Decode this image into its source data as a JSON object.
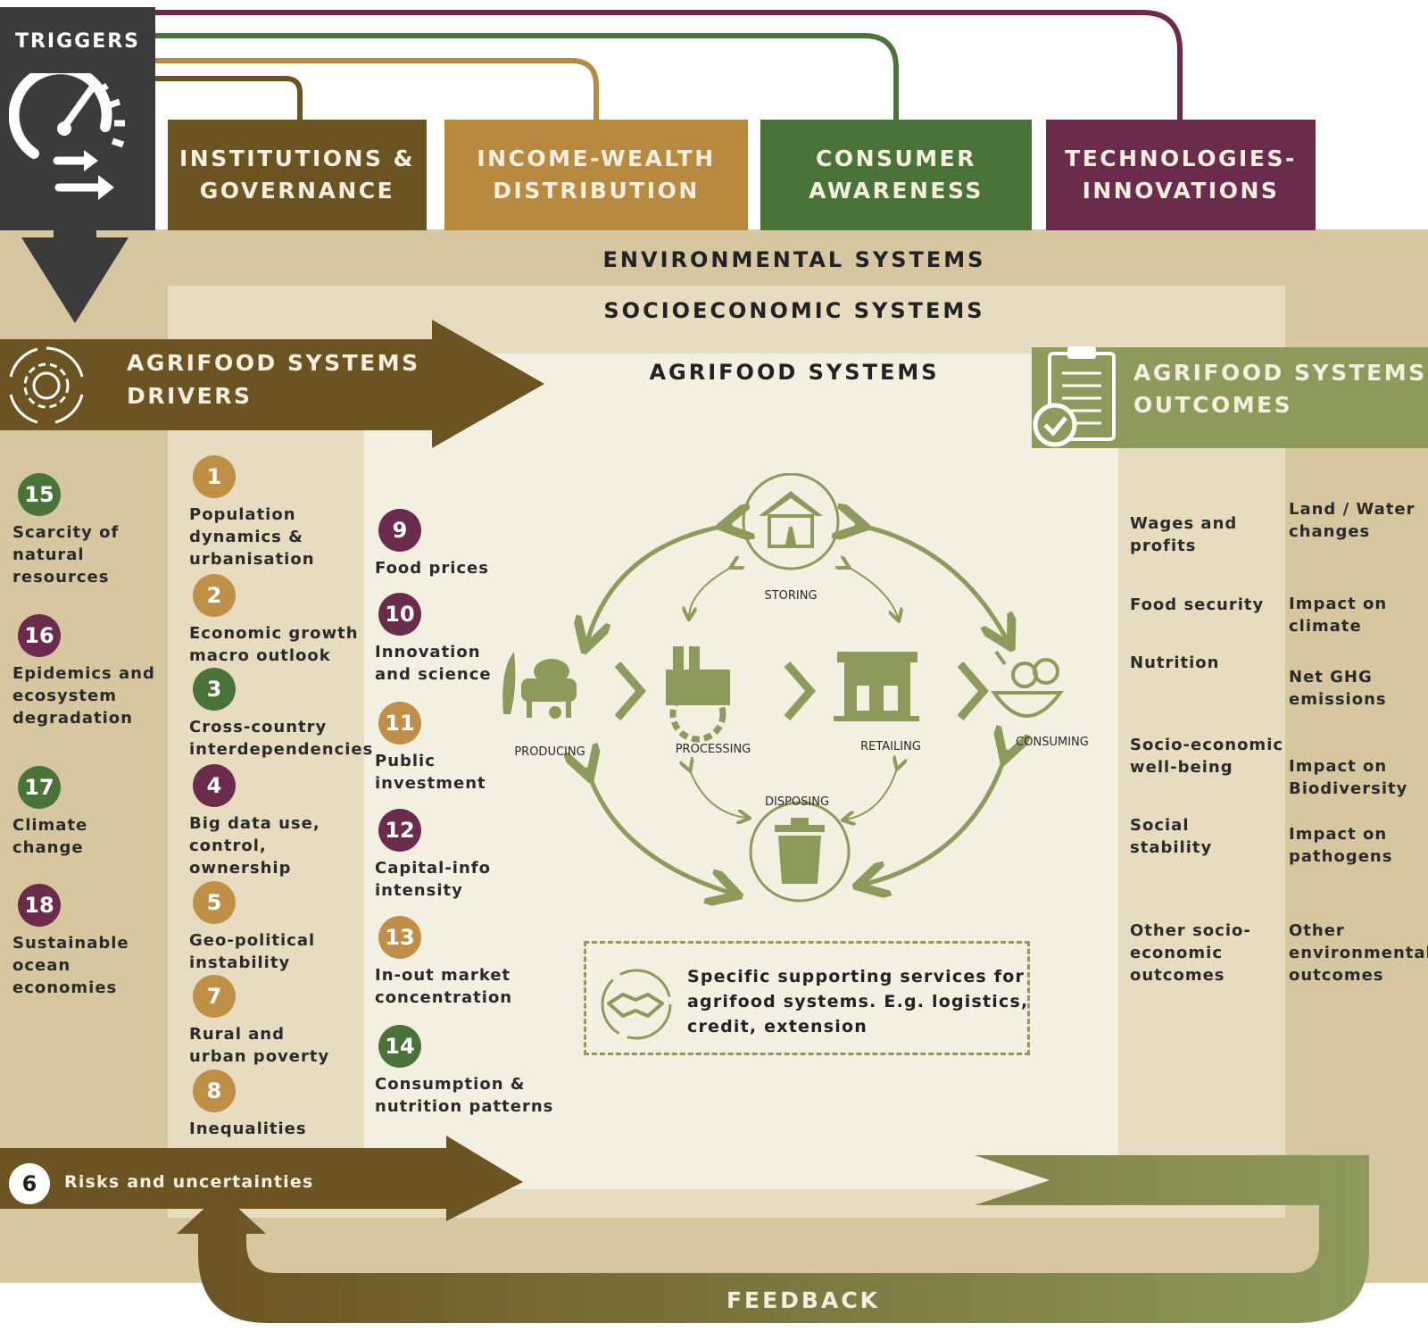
{
  "triggers": {
    "title": "TRIGGERS",
    "boxes": [
      {
        "label": "INSTITUTIONS &\nGOVERNANCE",
        "color": "#6b5322"
      },
      {
        "label": "INCOME-WEALTH\nDISTRIBUTION",
        "color": "#b88a40"
      },
      {
        "label": "CONSUMER\nAWARENESS",
        "color": "#4a7339"
      },
      {
        "label": "TECHNOLOGIES-\nINNOVATIONS",
        "color": "#6b2b4c"
      }
    ]
  },
  "systems": {
    "environmental": "ENVIRONMENTAL SYSTEMS",
    "socioeconomic": "SOCIOECONOMIC SYSTEMS",
    "agrifood": "AGRIFOOD SYSTEMS"
  },
  "drivers": {
    "title": "AGRIFOOD SYSTEMS\nDRIVERS",
    "col1": [
      {
        "num": "15",
        "label": "Scarcity of\nnatural\nresources",
        "color": "green"
      },
      {
        "num": "16",
        "label": "Epidemics and\necosystem\ndegradation",
        "color": "purple"
      },
      {
        "num": "17",
        "label": "Climate\nchange",
        "color": "green"
      },
      {
        "num": "18",
        "label": "Sustainable\nocean\neconomies",
        "color": "purple"
      }
    ],
    "col2": [
      {
        "num": "1",
        "label": "Population\ndynamics &\nurbanisation",
        "color": "gold"
      },
      {
        "num": "2",
        "label": "Economic growth\nmacro outlook",
        "color": "gold"
      },
      {
        "num": "3",
        "label": "Cross-country\ninterdependencies",
        "color": "green"
      },
      {
        "num": "4",
        "label": "Big data use,\ncontrol,\nownership",
        "color": "purple"
      },
      {
        "num": "5",
        "label": "Geo-political\ninstability",
        "color": "gold"
      },
      {
        "num": "7",
        "label": "Rural and\nurban poverty",
        "color": "gold"
      },
      {
        "num": "8",
        "label": "Inequalities",
        "color": "gold"
      }
    ],
    "col3": [
      {
        "num": "9",
        "label": "Food prices",
        "color": "purple"
      },
      {
        "num": "10",
        "label": "Innovation\nand science",
        "color": "purple"
      },
      {
        "num": "11",
        "label": "Public\ninvestment",
        "color": "gold"
      },
      {
        "num": "12",
        "label": "Capital-info\nintensity",
        "color": "purple"
      },
      {
        "num": "13",
        "label": "In-out market\nconcentration",
        "color": "gold"
      },
      {
        "num": "14",
        "label": "Consumption &\nnutrition patterns",
        "color": "green"
      }
    ],
    "risk": {
      "num": "6",
      "label": "Risks and uncertainties"
    }
  },
  "stages": {
    "storing": "STORING",
    "producing": "PRODUCING",
    "processing": "PROCESSING",
    "retailing": "RETAILING",
    "consuming": "CONSUMING",
    "disposing": "DISPOSING"
  },
  "services": "Specific supporting services for\nagrifood systems. E.g. logistics,\ncredit, extension",
  "outcomes": {
    "title": "AGRIFOOD SYSTEMS\nOUTCOMES",
    "socio": [
      "Wages and\nprofits",
      "Food security",
      "Nutrition",
      "Socio-economic\nwell-being",
      "Social\nstability",
      "Other socio-\neconomic\noutcomes"
    ],
    "env": [
      "Land / Water\nchanges",
      "Impact on\nclimate",
      "Net GHG\nemissions",
      "Impact on\nBiodiversity",
      "Impact on\npathogens",
      "Other\nenvironmental\noutcomes"
    ]
  },
  "feedback": "FEEDBACK"
}
